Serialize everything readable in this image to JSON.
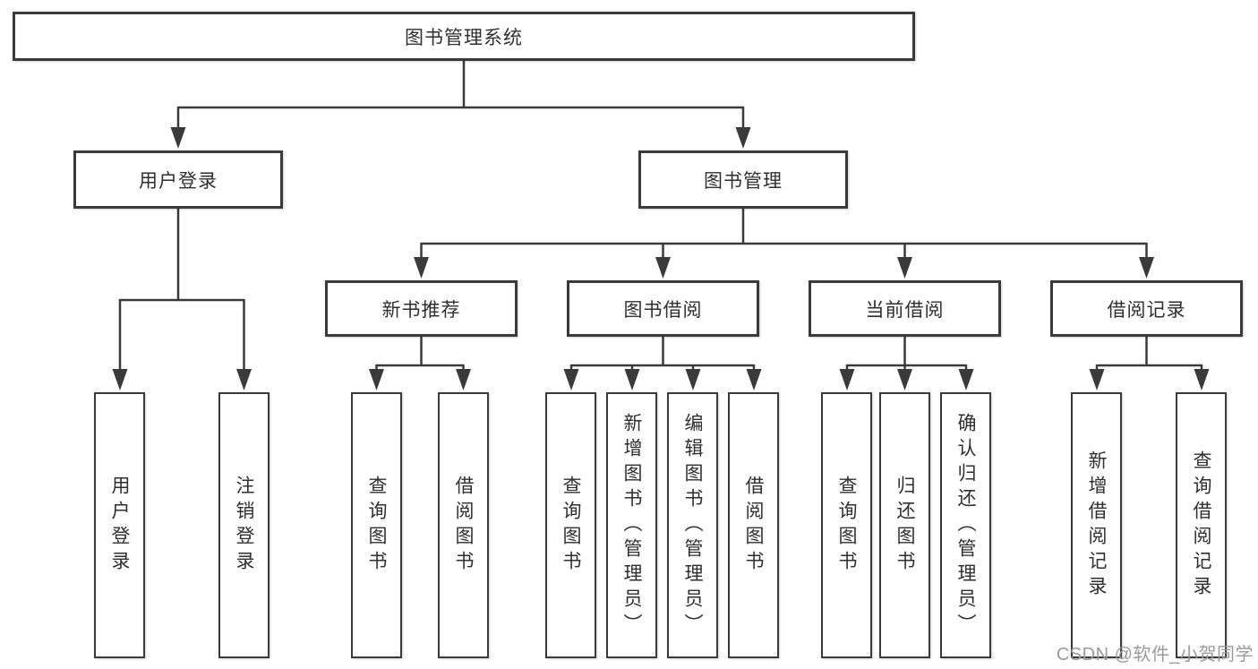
{
  "tree": {
    "root": {
      "label": "图书管理系统",
      "children": [
        {
          "label": "用户登录",
          "children": [
            {
              "label": "用户登录"
            },
            {
              "label": "注销登录"
            }
          ]
        },
        {
          "label": "图书管理",
          "children": [
            {
              "label": "新书推荐",
              "children": [
                {
                  "label": "查询图书"
                },
                {
                  "label": "借阅图书"
                }
              ]
            },
            {
              "label": "图书借阅",
              "children": [
                {
                  "label": "查询图书"
                },
                {
                  "label": "新增图书（管理员）"
                },
                {
                  "label": "编辑图书（管理员）"
                },
                {
                  "label": "借阅图书"
                }
              ]
            },
            {
              "label": "当前借阅",
              "children": [
                {
                  "label": "查询图书"
                },
                {
                  "label": "归还图书"
                },
                {
                  "label": "确认归还（管理员）"
                }
              ]
            },
            {
              "label": "借阅记录",
              "children": [
                {
                  "label": "新增借阅记录"
                },
                {
                  "label": "查询借阅记录"
                }
              ]
            }
          ]
        }
      ]
    }
  },
  "watermark": "CSDN @软件_小贺同学",
  "colors": {
    "line": "#3a3a3a",
    "box_border": "#3a3a3a",
    "text": "#2f2f2f",
    "background": "#ffffff",
    "watermark_text": "#9a9a9a"
  }
}
